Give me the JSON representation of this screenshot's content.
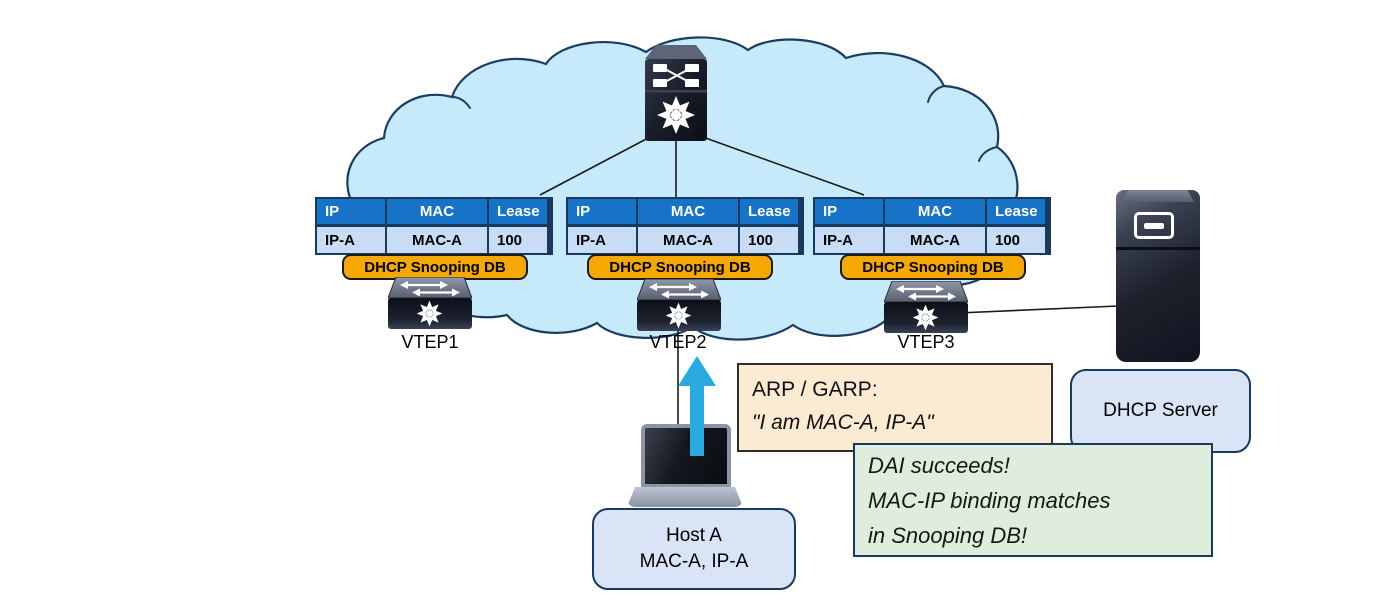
{
  "icons": {
    "spine_switch": "nexus-spine-switch-icon",
    "vtep_switch": "nexus-vtep-switch-icon",
    "server": "server-tower-icon",
    "host": "laptop-icon",
    "arrow_up": "upload-arrow-icon",
    "cloud": "network-cloud"
  },
  "colors": {
    "cloud_fill": "#C6EAFA",
    "cloud_stroke": "#1B3C63",
    "table_header_bg": "#1673C8",
    "table_row_bg": "#C8DCF5",
    "table_border": "#173A5E",
    "snooping_label_bg": "#F5A800",
    "arp_box_bg": "#FAEBD2",
    "dai_box_bg": "#DFEEDC",
    "node_box_bg": "#D9E4F7",
    "arrow": "#29ABE2"
  },
  "snooping": {
    "headers": [
      "IP",
      "MAC",
      "Lease"
    ],
    "row": [
      "IP-A",
      "MAC-A",
      "100"
    ],
    "db_label": "DHCP Snooping DB"
  },
  "vteps": [
    {
      "label": "VTEP1"
    },
    {
      "label": "VTEP2"
    },
    {
      "label": "VTEP3"
    }
  ],
  "host": {
    "line1": "Host A",
    "line2": "MAC-A, IP-A"
  },
  "server": {
    "label": "DHCP Server"
  },
  "arp_callout": {
    "line1": "ARP / GARP:",
    "line2": "\"I am MAC-A, IP-A\""
  },
  "dai_callout": {
    "lines": [
      "DAI succeeds!",
      "MAC-IP binding matches",
      "in Snooping DB!"
    ]
  }
}
